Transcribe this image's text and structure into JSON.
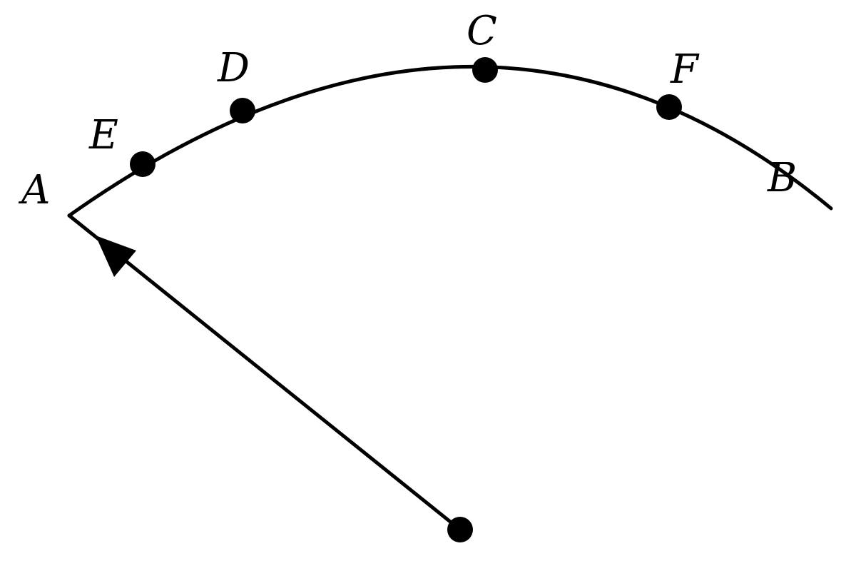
{
  "diagram": {
    "points": {
      "A": "A",
      "B": "B",
      "C": "C",
      "D": "D",
      "E": "E",
      "F": "F"
    },
    "colors": {
      "ink": "#000000",
      "background": "#ffffff"
    }
  }
}
